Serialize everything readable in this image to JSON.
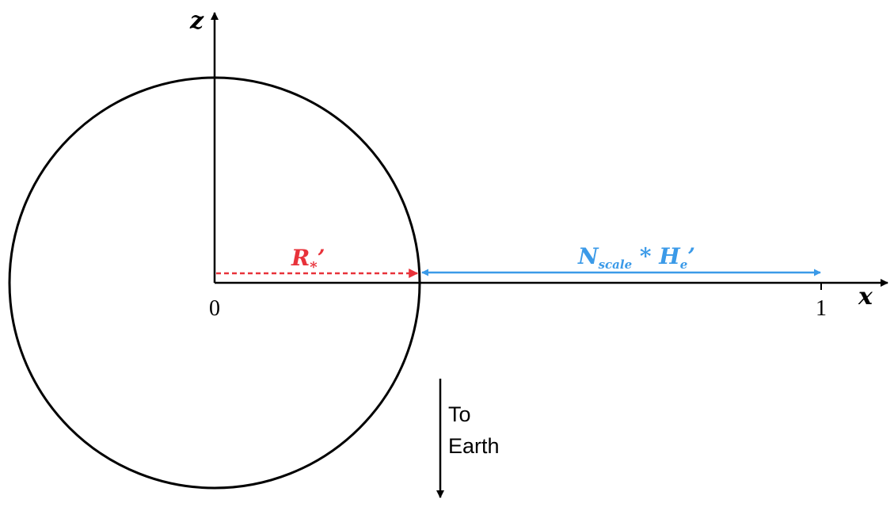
{
  "axes": {
    "z_label": "z",
    "x_label": "x",
    "origin_tick": "0",
    "end_tick": "1"
  },
  "annotations": {
    "stellar_radius": {
      "base": "R",
      "subscript": "*",
      "prime": "’",
      "color": "#e8323a"
    },
    "scale_height": {
      "n_base": "N",
      "n_subscript": "scale",
      "operator": " * ",
      "h_base": "H",
      "h_subscript": "e",
      "prime": "’",
      "color": "#3b9ae8"
    },
    "earth_direction": {
      "line1": "To",
      "line2": "Earth"
    }
  },
  "colors": {
    "ink": "#000000",
    "red": "#e8323a",
    "blue": "#3b9ae8"
  }
}
